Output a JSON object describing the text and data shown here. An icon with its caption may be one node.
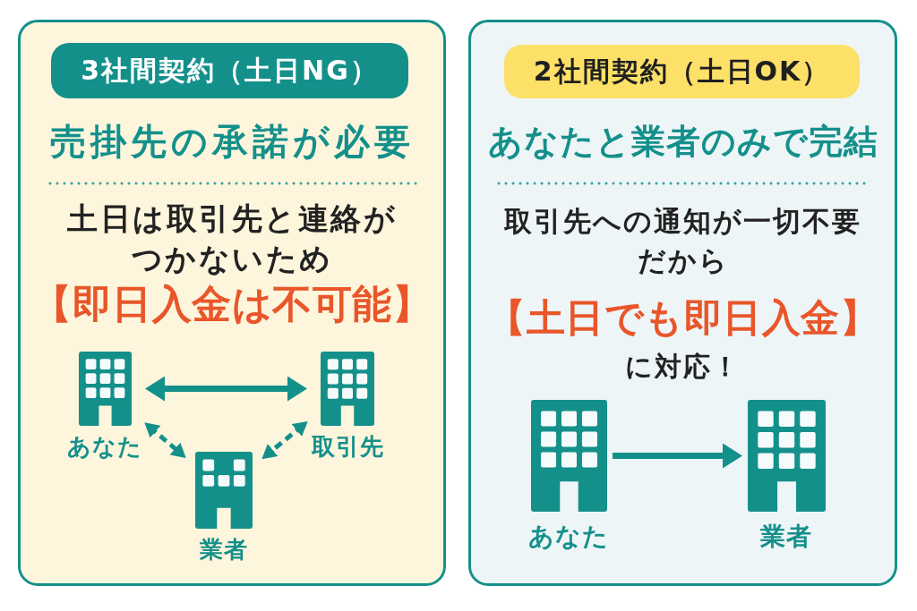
{
  "diagram": {
    "nodes": [
      {
        "text": [
          "売掛先の承諾が必要",
          "土日は取引先と連絡がつかないため",
          "【即日入金は不可能】"
        ]
      },
      {
        "text": [
          "3社間契約（土日NG）"
        ],
        "in": 0
      },
      {
        "text": [
          "あなた"
        ],
        "in": 0
      },
      {
        "text": [
          "取引先"
        ],
        "in": 0
      },
      {
        "text": [
          "業者"
        ],
        "in": 0
      },
      {
        "text": [
          "あなたと業者のみで完結",
          "取引先への通知が一切不要だから",
          "【土日でも即日入金】",
          "に対応！"
        ]
      },
      {
        "text": [
          "2社間契約（土日OK）"
        ],
        "in": 5
      },
      {
        "text": [
          "あなた"
        ],
        "in": 5
      },
      {
        "text": [
          "業者"
        ],
        "in": 5
      }
    ],
    "edges": [
      {
        "from": 2,
        "to": 3,
        "arrow": "both"
      },
      {
        "from": 2,
        "to": 4,
        "arrow": "both",
        "style": "dashed"
      },
      {
        "from": 3,
        "to": 4,
        "arrow": "both",
        "style": "dashed"
      },
      {
        "from": 7,
        "to": 8,
        "arrow": "to"
      }
    ]
  }
}
